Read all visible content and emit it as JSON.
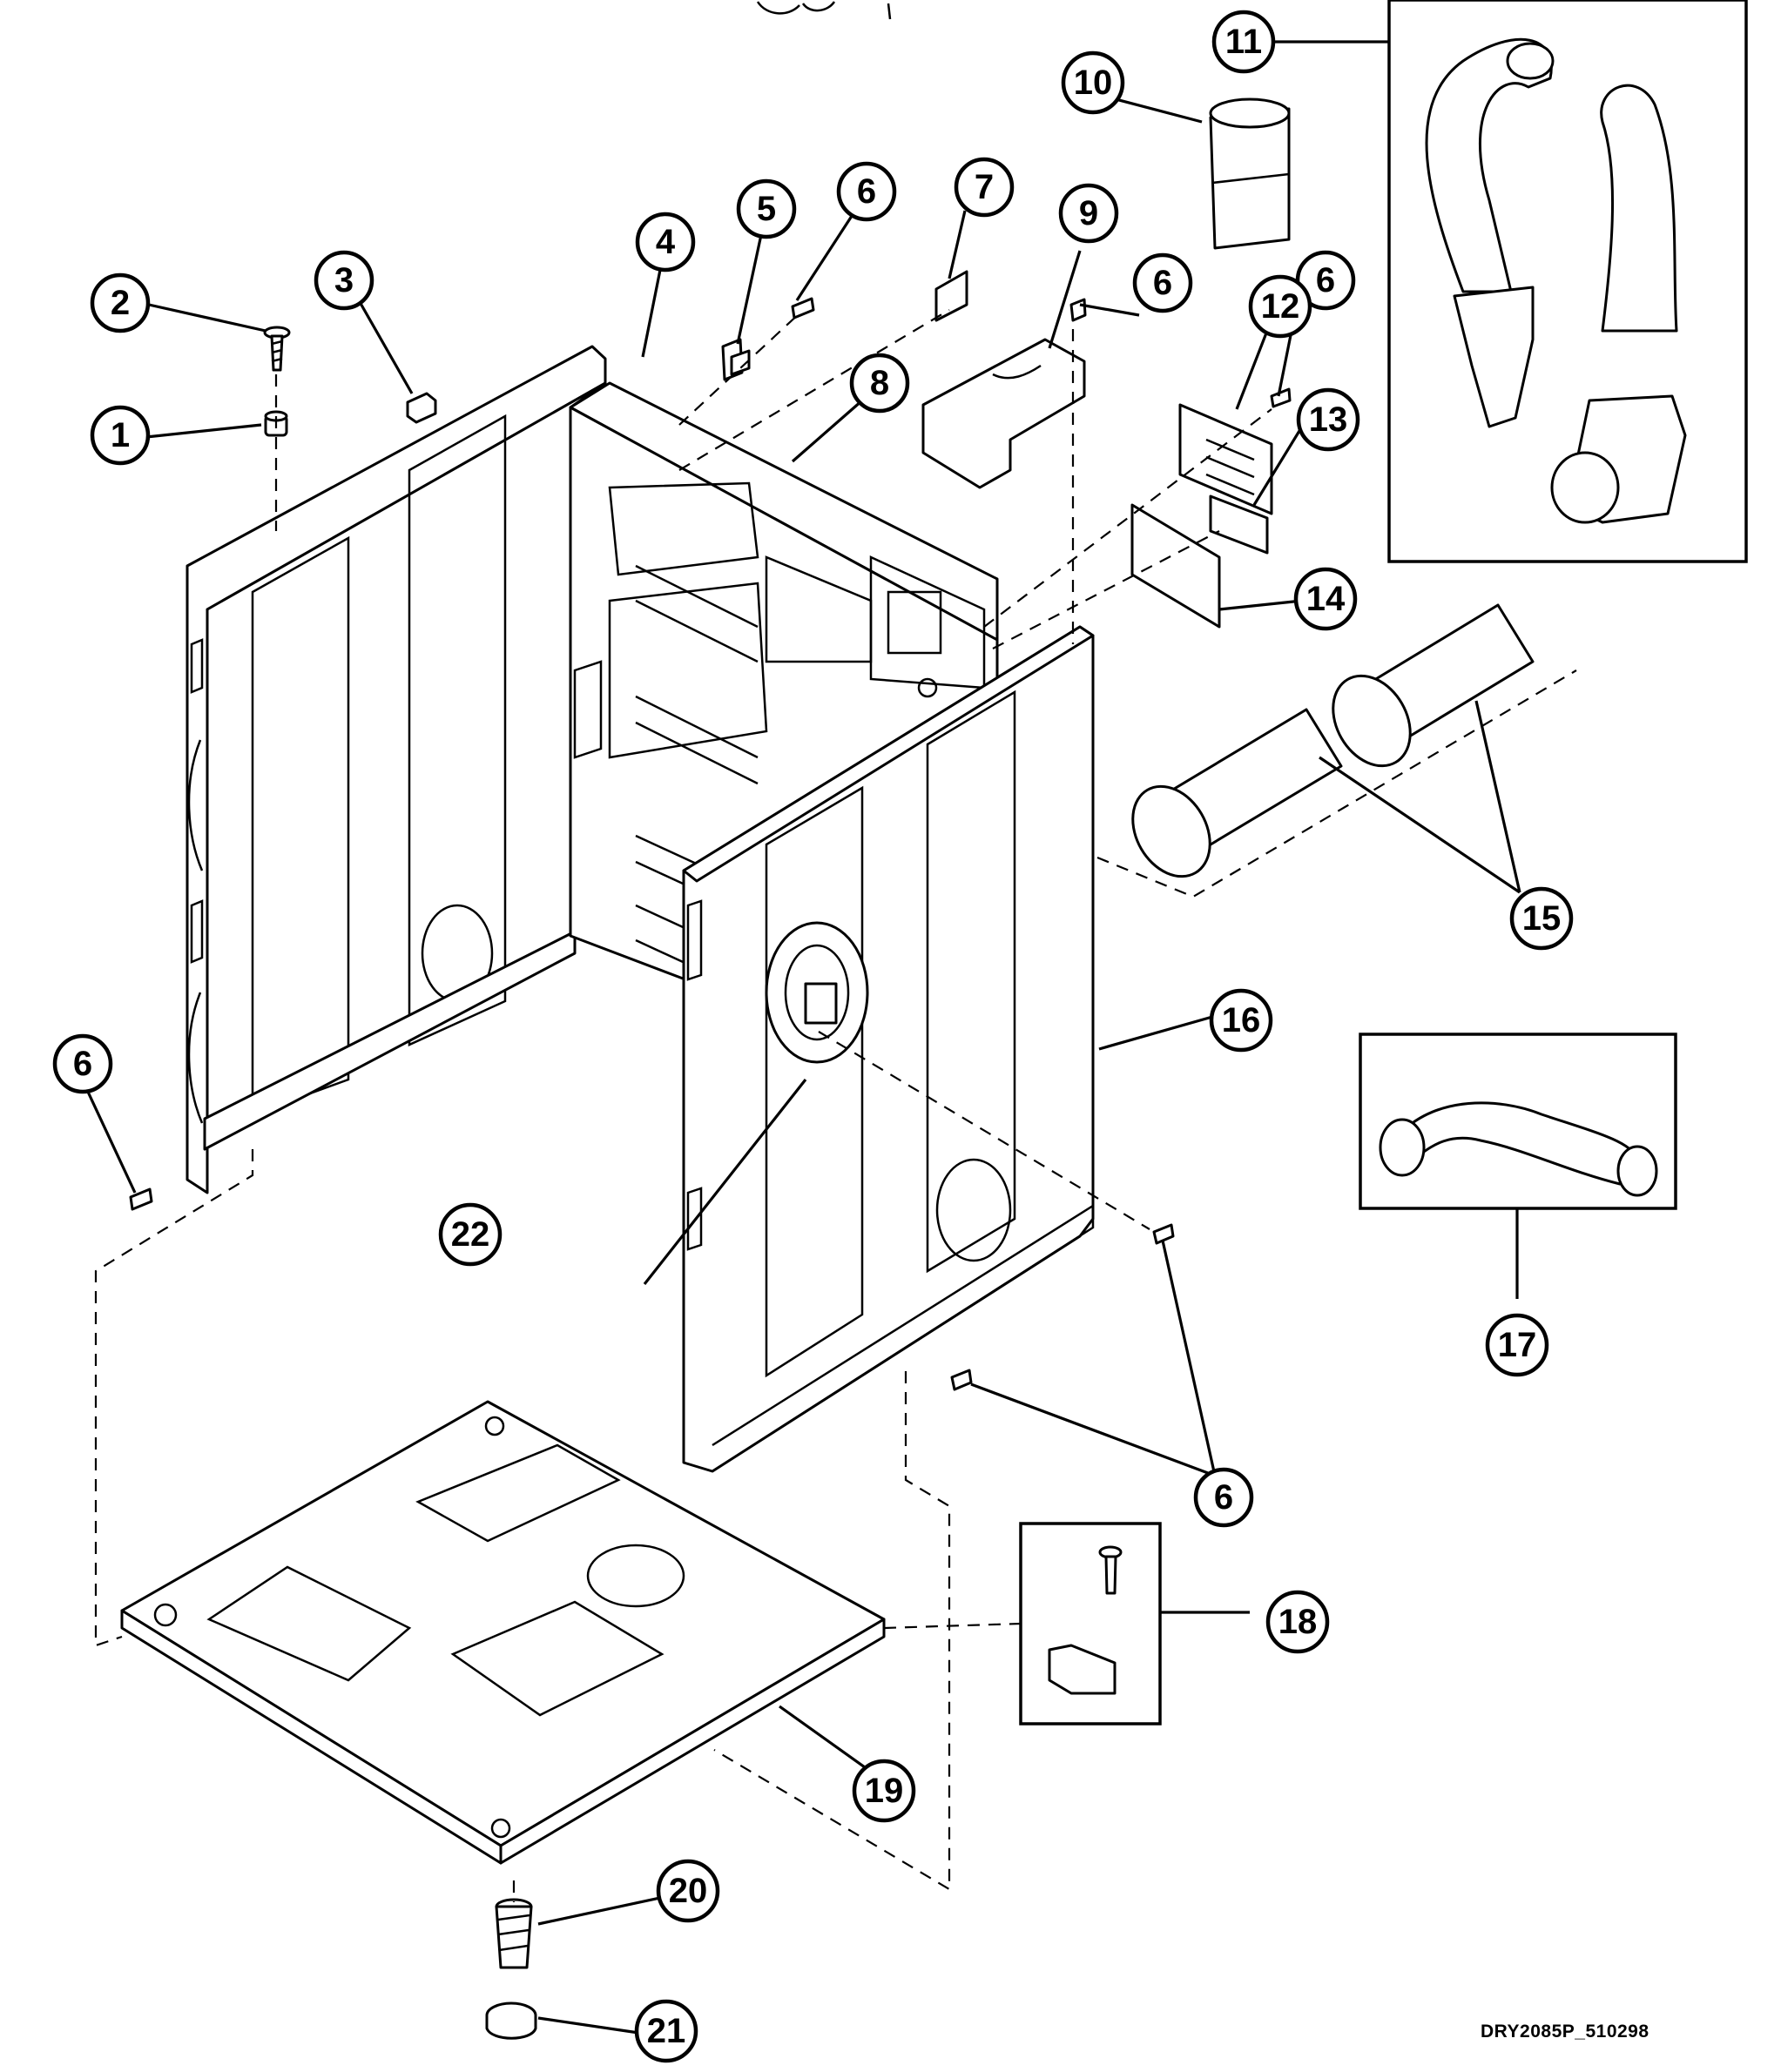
{
  "drawing_code": "DRY2085P_510298",
  "callouts": [
    {
      "label": "1"
    },
    {
      "label": "2"
    },
    {
      "label": "3"
    },
    {
      "label": "4"
    },
    {
      "label": "5"
    },
    {
      "label": "6"
    },
    {
      "label": "6"
    },
    {
      "label": "6"
    },
    {
      "label": "6"
    },
    {
      "label": "6"
    },
    {
      "label": "6"
    },
    {
      "label": "7"
    },
    {
      "label": "8"
    },
    {
      "label": "9"
    },
    {
      "label": "10"
    },
    {
      "label": "11"
    },
    {
      "label": "12"
    },
    {
      "label": "13"
    },
    {
      "label": "14"
    },
    {
      "label": "15"
    },
    {
      "label": "16"
    },
    {
      "label": "17"
    },
    {
      "label": "18"
    },
    {
      "label": "19"
    },
    {
      "label": "20"
    },
    {
      "label": "21"
    },
    {
      "label": "22"
    }
  ]
}
